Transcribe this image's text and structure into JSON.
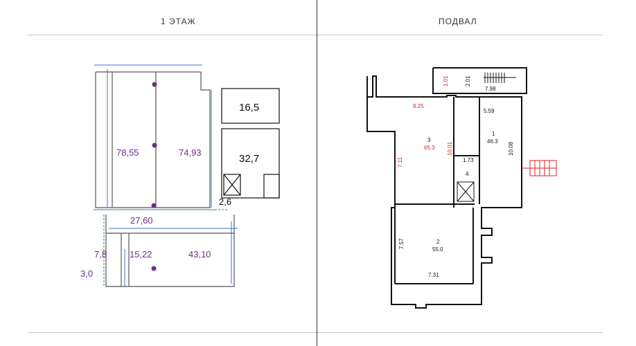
{
  "headings": {
    "floor1": "1 ЭТАЖ",
    "basement": "ПОДВАЛ"
  },
  "floor1": {
    "labels": {
      "a": "78,55",
      "b": "74,93",
      "c": "16,5",
      "d": "32,7",
      "e": "2,6",
      "f": "27,60",
      "g": "7,8",
      "h": "15,22",
      "i": "43,10",
      "j": "3,0"
    }
  },
  "basement": {
    "labels": {
      "dim_top_small": "1.01",
      "dim_top_small2": "2.01",
      "dim_top_right": "7.98",
      "dim_825": "8.25",
      "dim_559": "5.59",
      "room3": "3",
      "room3_area": "65.3",
      "room1": "1",
      "room1_area": "46.3",
      "dim_1001": "10.01",
      "dim_711": "7.11",
      "dim_1008": "10.08",
      "dim_173": "1.73",
      "room4": "4",
      "room2": "2",
      "room2_area": "55.0",
      "dim_757": "7.57",
      "dim_731": "7.31"
    }
  },
  "colors": {
    "purple": "#6b2f86",
    "line": "#111111",
    "dim_blue": "#3a6fd8",
    "dim_green": "#2e8b57",
    "red": "#d22"
  }
}
